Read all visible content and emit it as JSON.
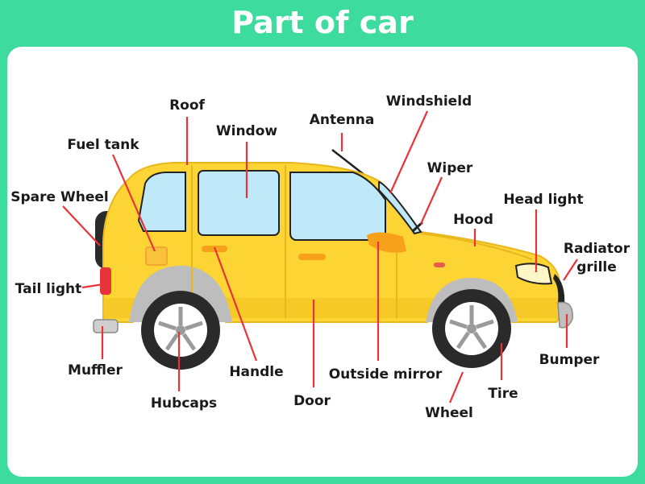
{
  "title": "Part of car",
  "colors": {
    "header_bg": "#3ddb9e",
    "panel_bg": "#ffffff",
    "car_body": "#fcd434",
    "glass": "#bfe9f8",
    "leader_line": "#e8333a",
    "tire": "#2a2a2a"
  },
  "labels": {
    "roof": "Roof",
    "window": "Window",
    "antenna": "Antenna",
    "windshield": "Windshield",
    "fuel_tank": "Fuel tank",
    "wiper": "Wiper",
    "spare_wheel": "Spare Wheel",
    "head_light": "Head light",
    "hood": "Hood",
    "radiator_line1": "Radiator",
    "radiator_line2": "grille",
    "tail_light": "Tail light",
    "bumper": "Bumper",
    "muffler": "Muffler",
    "handle": "Handle",
    "outside_mirror": "Outside mirror",
    "tire": "Tire",
    "hubcaps": "Hubcaps",
    "door": "Door",
    "wheel": "Wheel"
  }
}
